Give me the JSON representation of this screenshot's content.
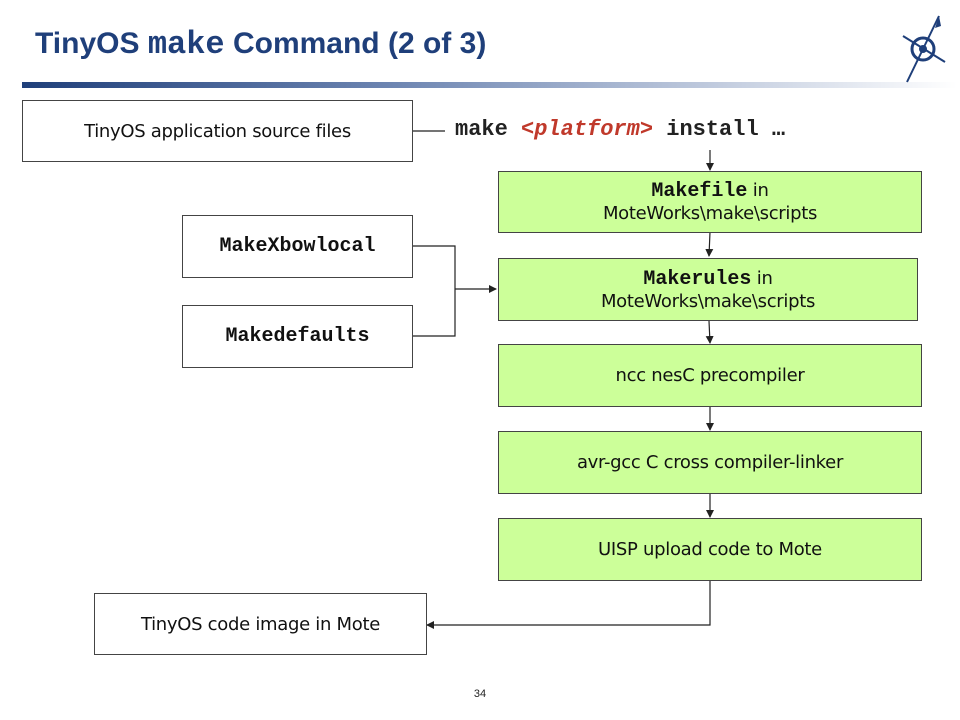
{
  "title": {
    "prefix": "TinyOS ",
    "code": "make",
    "suffix": " Command (2 of 3)"
  },
  "source_box": "TinyOS application source files",
  "command": {
    "pre": "make ",
    "platform": "<platform>",
    "post": " install …"
  },
  "makefile_box": {
    "code": "Makefile",
    "in": " in",
    "path": "MoteWorks\\make\\scripts"
  },
  "makerules_box": {
    "code": "Makerules",
    "in": " in",
    "path": "MoteWorks\\make\\scripts"
  },
  "makexbowlocal": "MakeXbowlocal",
  "makedefaults": "Makedefaults",
  "ncc_box": "ncc nesC precompiler",
  "avrgcc_box": "avr-gcc C cross compiler-linker",
  "uisp_box": "UISP upload code to Mote",
  "image_box": "TinyOS code image in Mote",
  "page_number": "34",
  "colors": {
    "title": "#1f3f7a",
    "box_fill": "#ccff99",
    "platform": "#c0392b"
  },
  "icons": {
    "logo": "compass-rose-icon"
  }
}
